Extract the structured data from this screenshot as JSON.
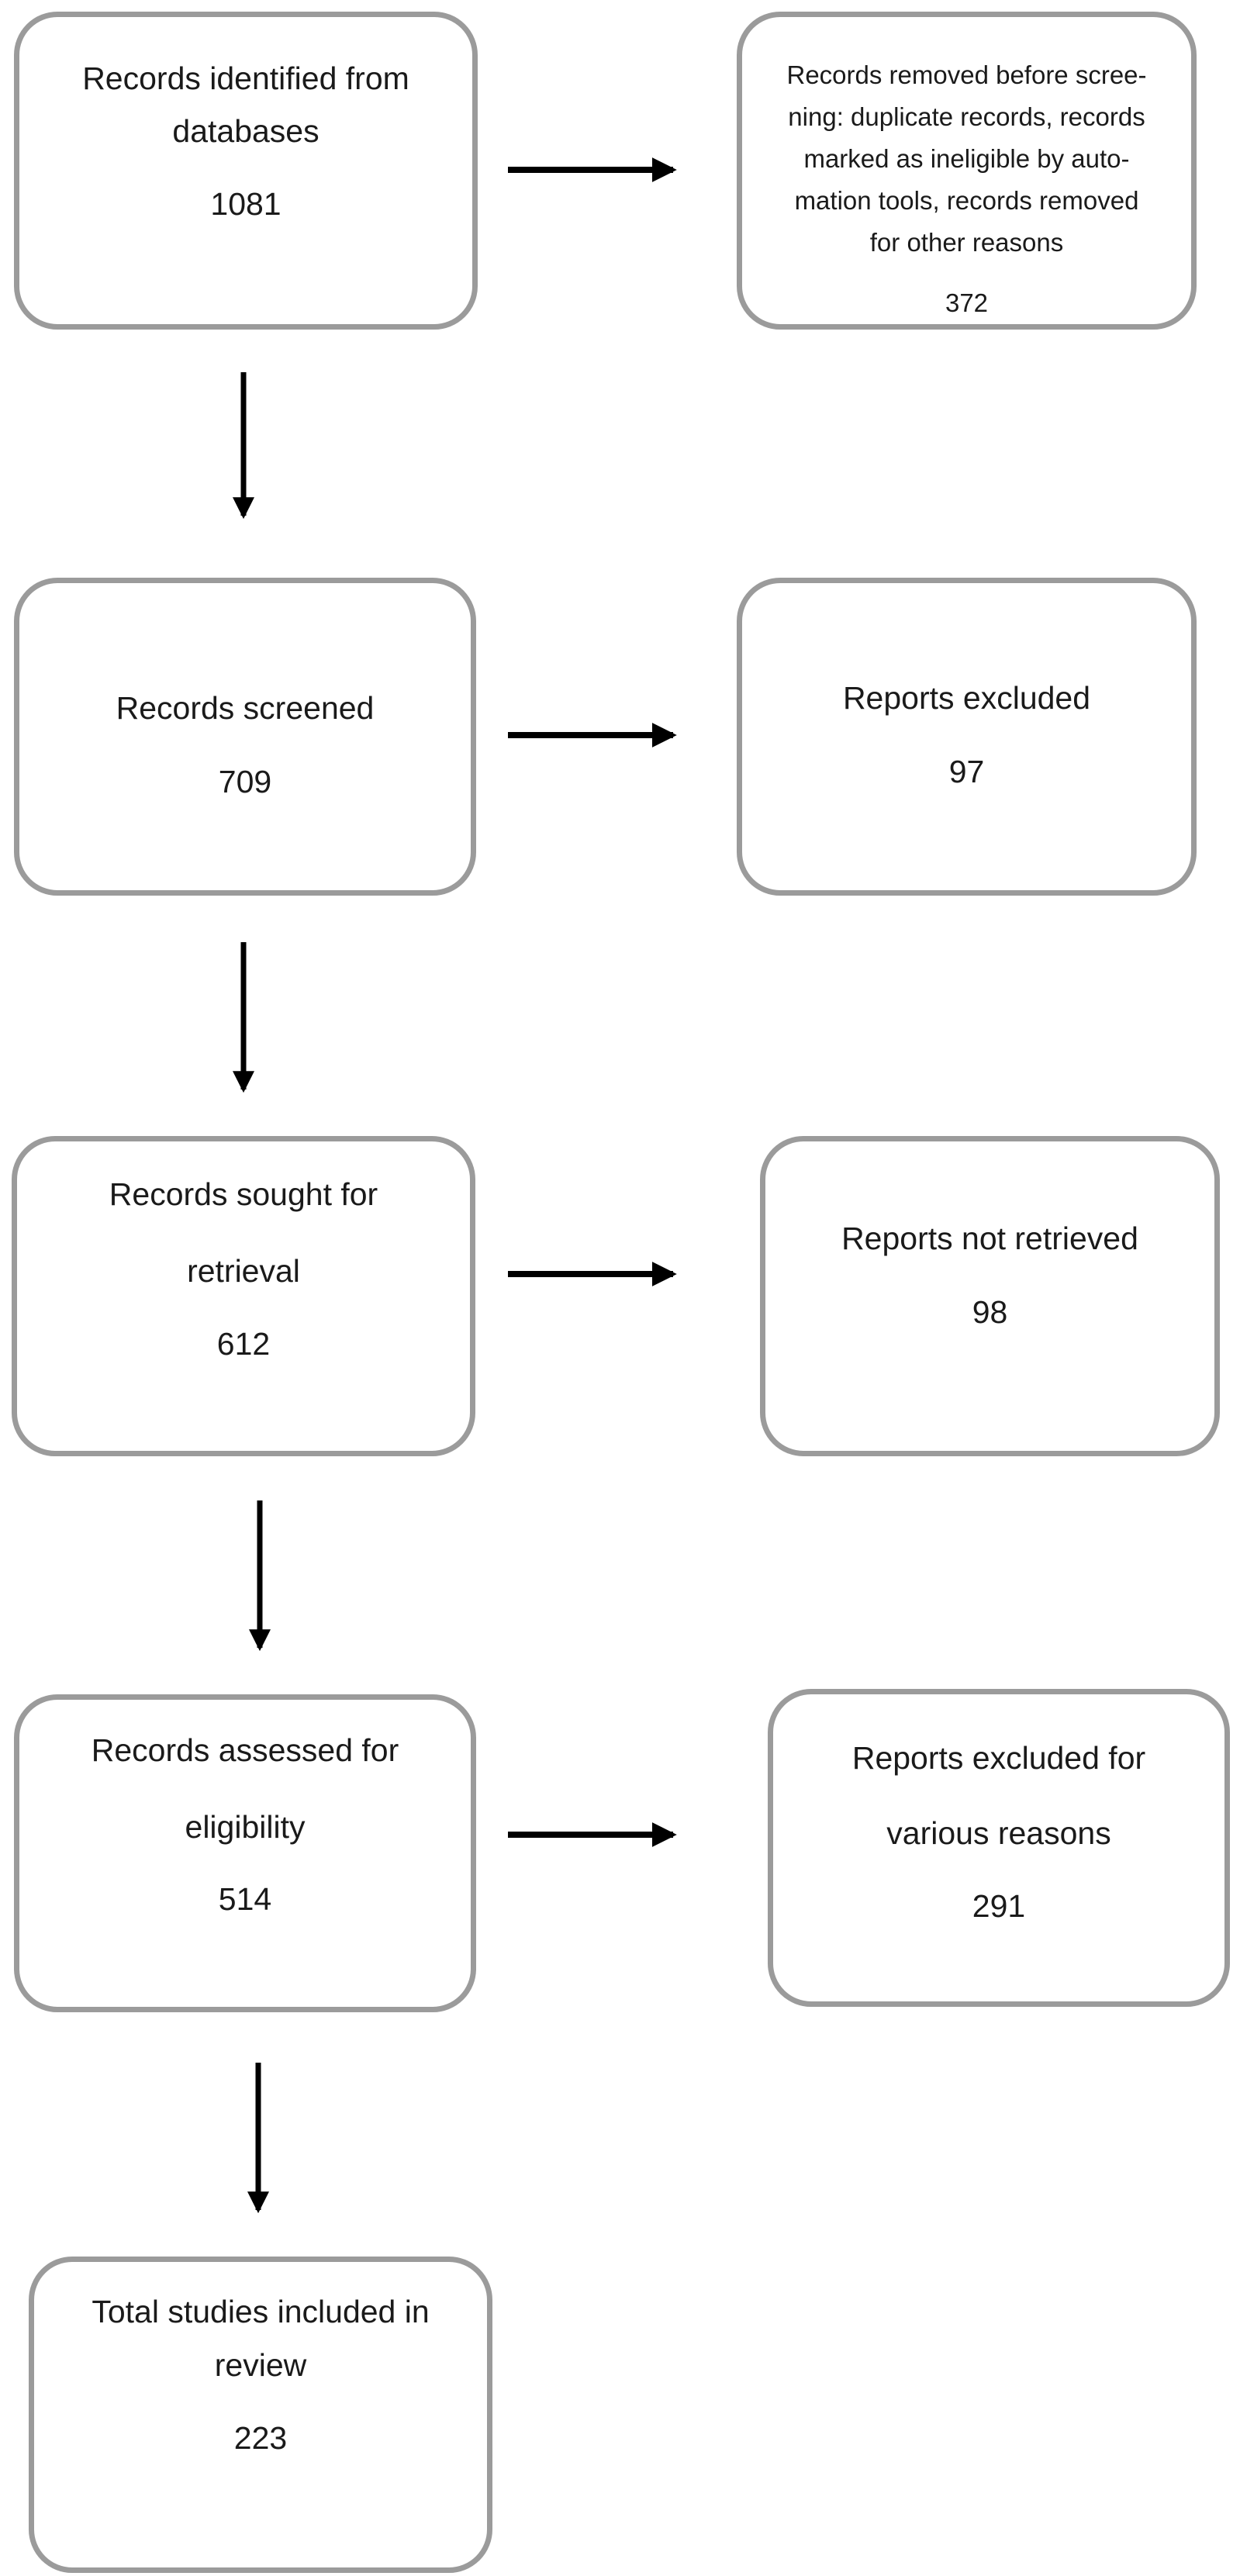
{
  "flow": {
    "identified": {
      "line1": "Records identified from",
      "line2": "databases",
      "count": "1081"
    },
    "removed_before_screening": {
      "line1": "Records removed before scree-",
      "line2": "ning: duplicate records, records",
      "line3": "marked as  ineligible by auto-",
      "line4": "mation tools, records removed",
      "line5": "for other reasons",
      "count": "372"
    },
    "screened": {
      "label": "Records screened",
      "count": "709"
    },
    "excluded": {
      "label": "Reports excluded",
      "count": "97"
    },
    "sought": {
      "line1": "Records sought for",
      "line2": "retrieval",
      "count": "612"
    },
    "not_retrieved": {
      "label": "Reports not retrieved",
      "count": "98"
    },
    "assessed": {
      "line1": "Records assessed for",
      "line2": "eligibility",
      "count": "514"
    },
    "excluded_reasons": {
      "line1": "Reports excluded for",
      "line2": "various reasons",
      "count": "291"
    },
    "included": {
      "line1": "Total studies included in",
      "line2": "review",
      "count": "223"
    }
  }
}
